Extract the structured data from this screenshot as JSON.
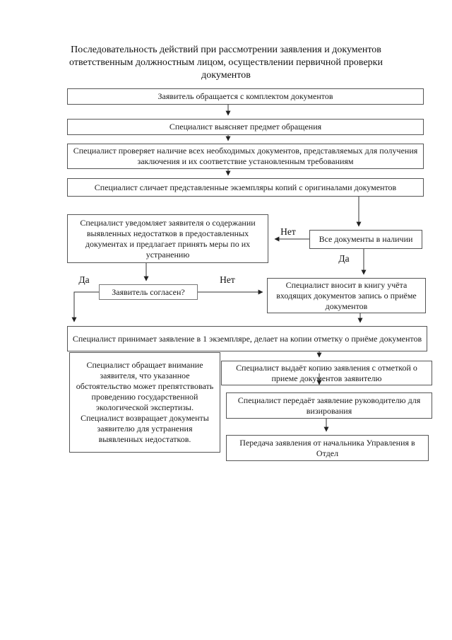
{
  "title_lines": [
    "Последовательность действий при рассмотрении заявления и документов",
    "ответственным должностным лицом, осуществлении первичной проверки",
    "документов"
  ],
  "nodes": {
    "applicant": "Заявитель обращается с комплектом документов",
    "subject": "Специалист выясняет предмет обращения",
    "check_docs": "Специалист проверяет наличие всех необходимых документов, представляемых для получения заключения и их соответствие установленным требованиям",
    "compare_copies": "Специалист сличает представленные экземпляры копий с оригиналами документов",
    "notify_defects": "Специалист уведомляет заявителя о содержании выявленных недостатков в предоставленных документах и предлагает принять меры по их устранению",
    "all_docs_present": "Все документы в наличии",
    "applicant_agrees": "Заявитель согласен?",
    "register_book": "Специалист вносит в книгу учёта входящих документов запись о приёме документов",
    "accept_application": "Специалист принимает заявление в 1 экземпляре, делает на копии отметку о приёме документов",
    "attention_return": "Специалист обращает внимание заявителя, что указанное обстоятельство может препятствовать проведению государственной экологической экспертизы. Специалист возвращает документы заявителю для устранения выявленных недостатков.",
    "issue_copy": "Специалист выдаёт копию заявления с отметкой о приеме документов заявителю",
    "pass_to_head": "Специалист передаёт заявление руководителю для визирования",
    "transfer_to_dept": "Передача заявления от начальника Управления в Отдел"
  },
  "edge_labels": {
    "docs_no": "Нет",
    "docs_yes": "Да",
    "agree_yes": "Да",
    "agree_no": "Нет"
  },
  "colors": {
    "background": "#ffffff",
    "box_border": "#555555",
    "text": "#1a1a1a"
  }
}
